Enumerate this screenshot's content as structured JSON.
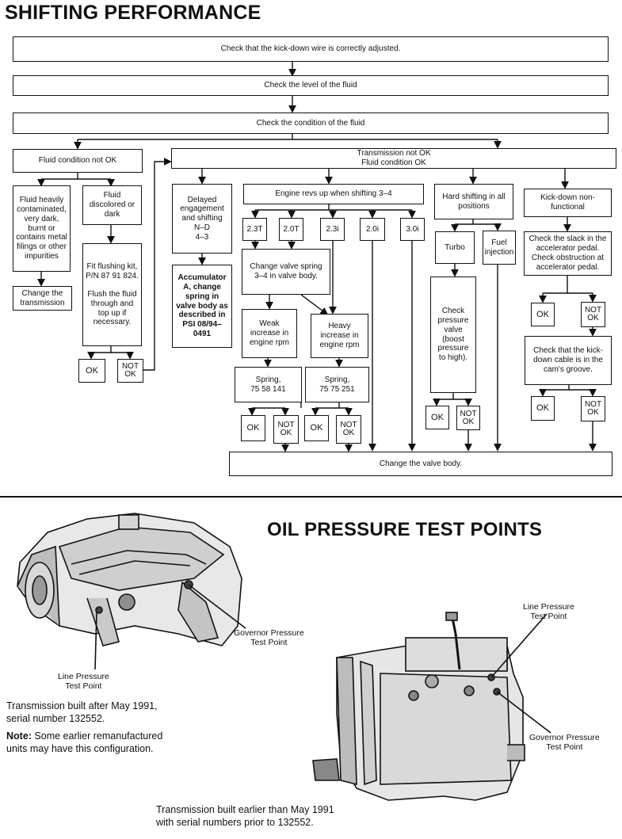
{
  "shifting": {
    "title": "SHIFTING PERFORMANCE",
    "kickdown_adjust": "Check that the kick-down wire is correctly adjusted.",
    "fluid_level": "Check the level of the fluid",
    "fluid_condition": "Check the condition of the fluid",
    "fluid_not_ok": "Fluid condition not OK",
    "trans_not_ok": "Transmission not OK\nFluid condition OK",
    "fluid_heavily": "Fluid heavily contaminated, very dark, burnt or contains metal filings or other impurities",
    "change_trans": "Change the transmission",
    "fluid_discolored": "Fluid discolored or dark",
    "flushing_kit": "Fit flushing kit, P/N 87 91 824.\n\nFlush the fluid through and top up if necessary.",
    "ok": "OK",
    "not_ok": "NOT\nOK",
    "delayed": "Delayed engagement and shifting\nN–D\n4–3",
    "accumulator": "Accumulator A, change spring in valve body as described in PSI 08/94–0491",
    "engine_revs": "Engine revs up when shifting 3–4",
    "variants": [
      "2.3T",
      "2.0T",
      "2.3i",
      "2.0i",
      "3.0i"
    ],
    "change_valve_spring": "Change valve spring 3–4 in valve body.",
    "weak": "Weak increase in engine rpm",
    "heavy": "Heavy increase in engine rpm",
    "spring1": "Spring,\n75 58 141",
    "spring2": "Spring,\n75 75 251",
    "hard_shifting": "Hard shifting in all positions",
    "turbo": "Turbo",
    "fuel_injection": "Fuel injection",
    "check_pressure": "Check pressure valve (boost pressure to high).",
    "kickdown_nonfunc": "Kick-down non-functional",
    "check_slack": "Check the slack in the accelerator pedal. Check obstruction at accelerator pedal.",
    "check_kickdown_cable": "Check that the kick-down cable is in the cam's groove.",
    "change_valve_body": "Change the valve body."
  },
  "oil": {
    "title": "OIL PRESSURE TEST POINTS",
    "governor1": "Governor Pressure\nTest Point",
    "line1": "Line Pressure\nTest Point",
    "after_1991": "Transmission built after May 1991,\nserial number 132552.",
    "note_label": "Note:",
    "note_text": " Some earlier remanufactured\nunits may have this configuration.",
    "line2": "Line Pressure\nTest Point",
    "governor2": "Governor Pressure\nTest Point",
    "before_1991": "Transmission built earlier than May 1991\nwith serial numbers prior to 132552."
  }
}
